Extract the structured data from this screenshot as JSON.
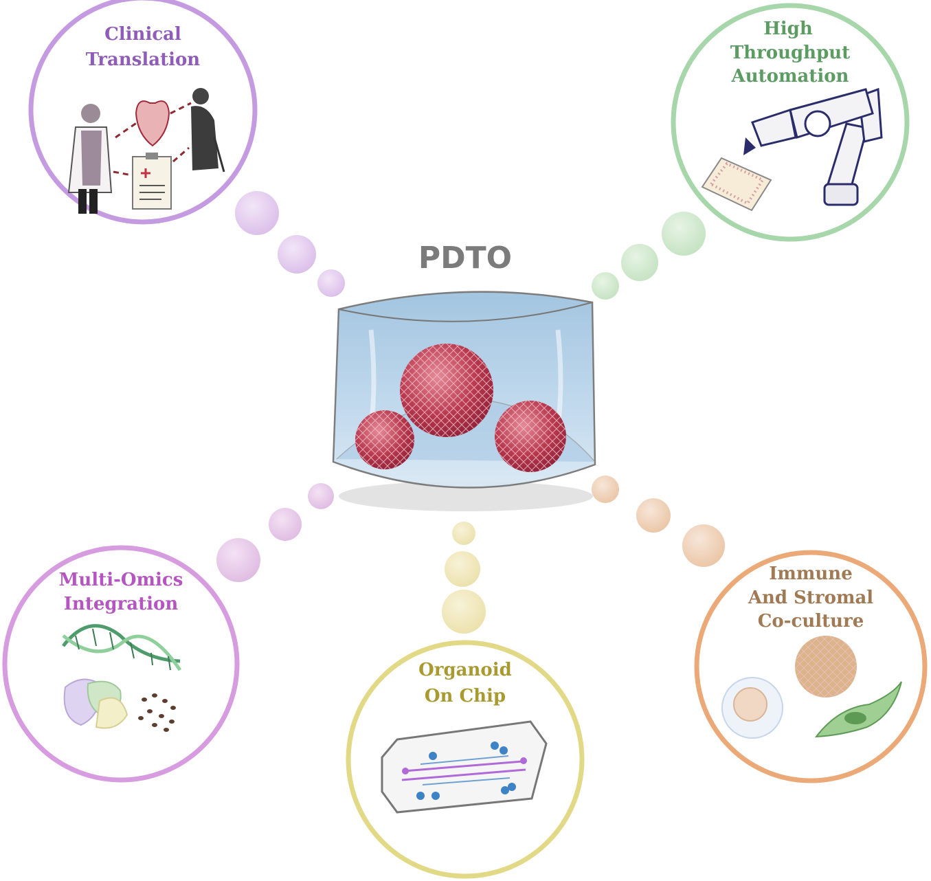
{
  "center": {
    "title": "PDTO"
  },
  "nodes": [
    {
      "id": "clinical",
      "lines": [
        "Clinical",
        "Translation"
      ],
      "color": "#a074c4",
      "icon": "clinician-patient-icon"
    },
    {
      "id": "automation",
      "lines": [
        "High",
        "Throughput",
        "Automation"
      ],
      "color": "#7fbf86",
      "icon": "robot-arm-icon"
    },
    {
      "id": "omics",
      "lines": [
        "Multi-Omics",
        "Integration"
      ],
      "color": "#c77fcf",
      "icon": "dna-icon"
    },
    {
      "id": "chip",
      "lines": [
        "Organoid",
        "On Chip"
      ],
      "color": "#c9be4e",
      "icon": "microfluidic-chip-icon"
    },
    {
      "id": "coculture",
      "lines": [
        "Immune",
        "And Stromal",
        "Co-culture"
      ],
      "color": "#e6a26a",
      "icon": "immune-cells-icon"
    }
  ],
  "colors": {
    "clinical_text": "#8f5cb8",
    "automation_text": "#5c9c63",
    "omics_text": "#b455c0",
    "chip_text": "#a89a30",
    "coculture_text": "#a07a55",
    "organoid": "#b8384e",
    "gel": "#b7d3ea"
  }
}
